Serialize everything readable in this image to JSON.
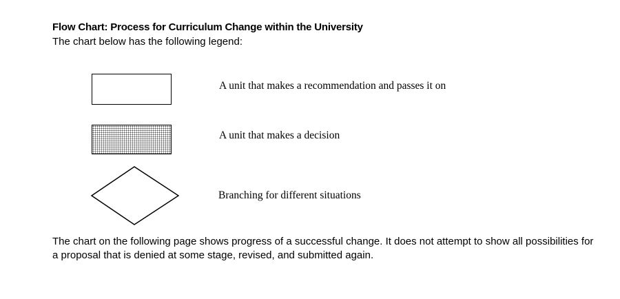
{
  "heading": "Flow Chart:  Process for Curriculum Change within the University",
  "intro": "The chart below has the following legend:",
  "legend": [
    {
      "shape": "rectangle",
      "description": "A unit that makes a recommendation and passes it on"
    },
    {
      "shape": "dotted-rectangle",
      "description": "A unit that makes a decision"
    },
    {
      "shape": "diamond",
      "description": "Branching for different situations"
    }
  ],
  "footer": "The chart on the following page shows progress of a successful change.  It does not attempt to show all possibilities for a proposal that is denied at some stage, revised, and submitted again."
}
